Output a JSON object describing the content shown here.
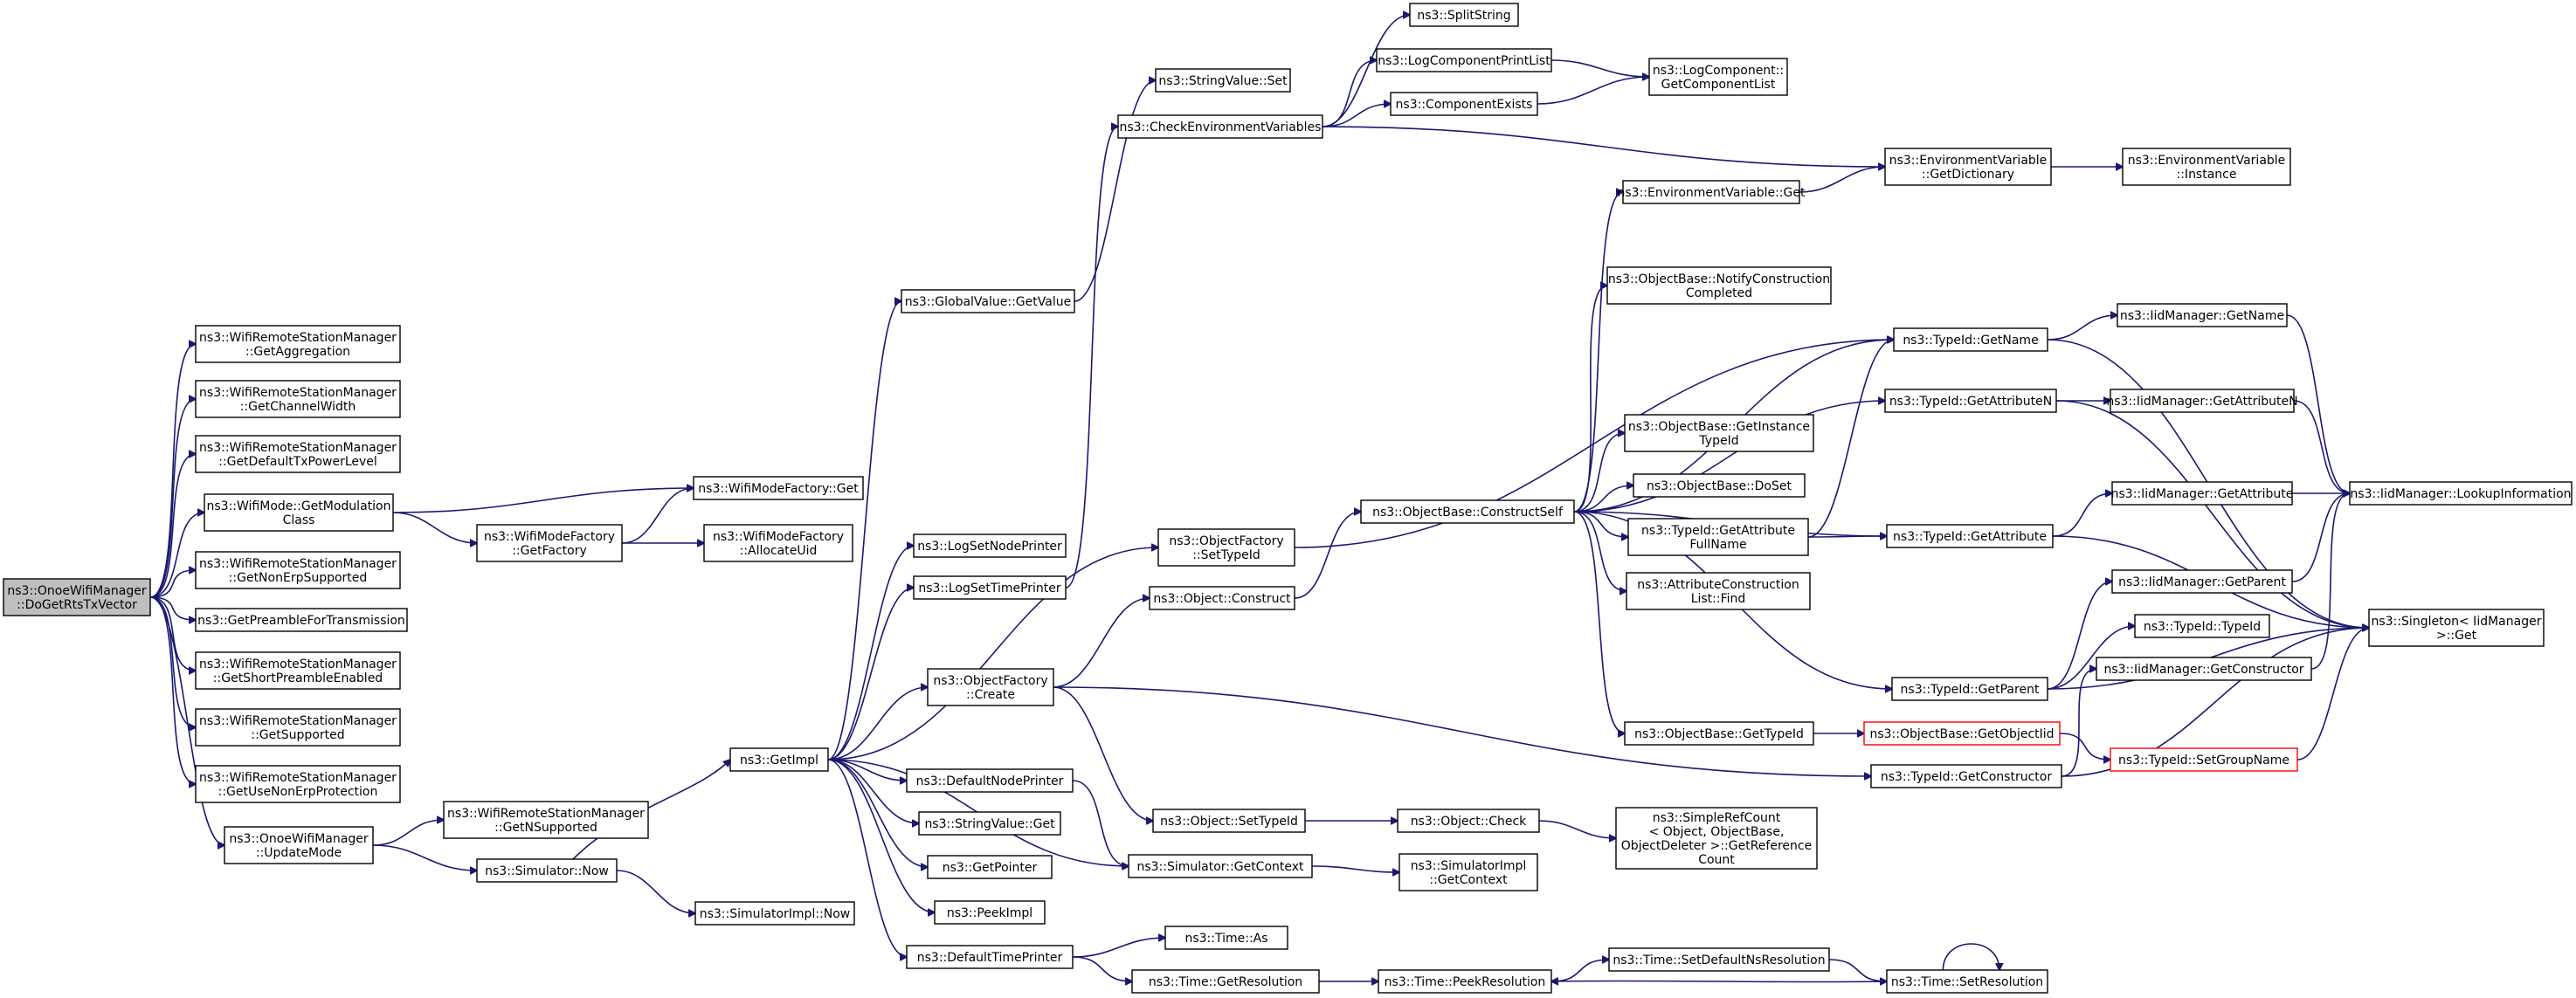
{
  "nodes": {
    "n0": [
      "ns3::OnoeWifiManager",
      "::DoGetRtsTxVector"
    ],
    "n1": [
      "ns3::WifiRemoteStationManager",
      "::GetAggregation"
    ],
    "n2": [
      "ns3::WifiRemoteStationManager",
      "::GetChannelWidth"
    ],
    "n3": [
      "ns3::WifiRemoteStationManager",
      "::GetDefaultTxPowerLevel"
    ],
    "n4": [
      "ns3::WifiMode::GetModulation",
      "Class"
    ],
    "n5": [
      "ns3::WifiRemoteStationManager",
      "::GetNonErpSupported"
    ],
    "n6": [
      "ns3::GetPreambleForTransmission"
    ],
    "n7": [
      "ns3::WifiRemoteStationManager",
      "::GetShortPreambleEnabled"
    ],
    "n8": [
      "ns3::WifiRemoteStationManager",
      "::GetSupported"
    ],
    "n9": [
      "ns3::WifiRemoteStationManager",
      "::GetUseNonErpProtection"
    ],
    "n10": [
      "ns3::OnoeWifiManager",
      "::UpdateMode"
    ],
    "n11": [
      "ns3::WifiModeFactory::Get"
    ],
    "n12": [
      "ns3::WifiModeFactory",
      "::GetFactory"
    ],
    "n13": [
      "ns3::WifiModeFactory",
      "::AllocateUid"
    ],
    "n14": [
      "ns3::WifiRemoteStationManager",
      "::GetNSupported"
    ],
    "n15": [
      "ns3::Simulator::Now"
    ],
    "n16": [
      "ns3::SimulatorImpl::Now"
    ],
    "n17": [
      "ns3::GetImpl"
    ],
    "n18": [
      "ns3::GlobalValue::GetValue"
    ],
    "n19": [
      "ns3::StringValue::Set"
    ],
    "n20": [
      "ns3::CheckEnvironmentVariables"
    ],
    "n21": [
      "ns3::SplitString"
    ],
    "n22": [
      "ns3::LogComponentPrintList"
    ],
    "n23": [
      "ns3::ComponentExists"
    ],
    "n24": [
      "ns3::LogComponent::",
      "GetComponentList"
    ],
    "n25": [
      "ns3::EnvironmentVariable",
      "::GetDictionary"
    ],
    "n26": [
      "ns3::EnvironmentVariable",
      "::Instance"
    ],
    "n27": [
      "ns3::EnvironmentVariable::Get"
    ],
    "n28": [
      "ns3::LogSetNodePrinter"
    ],
    "n29": [
      "ns3::LogSetTimePrinter"
    ],
    "n30": [
      "ns3::ObjectFactory",
      "::SetTypeId"
    ],
    "n31": [
      "ns3::Object::Construct"
    ],
    "n32": [
      "ns3::ObjectFactory",
      "::Create"
    ],
    "n33": [
      "ns3::DefaultNodePrinter"
    ],
    "n34": [
      "ns3::StringValue::Get"
    ],
    "n35": [
      "ns3::GetPointer"
    ],
    "n36": [
      "ns3::PeekImpl"
    ],
    "n37": [
      "ns3::DefaultTimePrinter"
    ],
    "n38": [
      "ns3::Object::SetTypeId"
    ],
    "n39": [
      "ns3::Simulator::GetContext"
    ],
    "n40": [
      "ns3::Object::Check"
    ],
    "n41": [
      "ns3::SimulatorImpl",
      "::GetContext"
    ],
    "n42": [
      "ns3::SimpleRefCount",
      "< Object, ObjectBase,",
      "ObjectDeleter >::GetReference",
      "Count"
    ],
    "n43": [
      "ns3::Time::As"
    ],
    "n44": [
      "ns3::Time::GetResolution"
    ],
    "n45": [
      "ns3::Time::PeekResolution"
    ],
    "n46": [
      "ns3::Time::SetDefaultNsResolution"
    ],
    "n47": [
      "ns3::Time::SetResolution"
    ],
    "n48": [
      "ns3::ObjectBase::ConstructSelf"
    ],
    "n49": [
      "ns3::ObjectBase::NotifyConstruction",
      "Completed"
    ],
    "n50": [
      "ns3::ObjectBase::GetInstance",
      "TypeId"
    ],
    "n51": [
      "ns3::ObjectBase::DoSet"
    ],
    "n52": [
      "ns3::TypeId::GetAttribute",
      "FullName"
    ],
    "n53": [
      "ns3::AttributeConstruction",
      "List::Find"
    ],
    "n54": [
      "ns3::ObjectBase::GetTypeId"
    ],
    "n55": [
      "ns3::ObjectBase::GetObjectIid"
    ],
    "n56": [
      "ns3::TypeId::GetName"
    ],
    "n57": [
      "ns3::TypeId::GetAttributeN"
    ],
    "n58": [
      "ns3::TypeId::GetAttribute"
    ],
    "n59": [
      "ns3::TypeId::GetParent"
    ],
    "n60": [
      "ns3::TypeId::GetConstructor"
    ],
    "n61": [
      "ns3::IidManager::GetName"
    ],
    "n62": [
      "ns3::IidManager::GetAttributeN"
    ],
    "n63": [
      "ns3::IidManager::GetAttribute"
    ],
    "n64": [
      "ns3::IidManager::GetParent"
    ],
    "n65": [
      "ns3::TypeId::TypeId"
    ],
    "n66": [
      "ns3::IidManager::GetConstructor"
    ],
    "n67": [
      "ns3::TypeId::SetGroupName"
    ],
    "n68": [
      "ns3::IidManager::LookupInformation"
    ],
    "n69": [
      "ns3::Singleton< IidManager",
      ">::Get"
    ]
  },
  "colors": {
    "edge": "#191970",
    "root_fill": "#bfbfbf",
    "truncated_border": "#ff0000"
  }
}
